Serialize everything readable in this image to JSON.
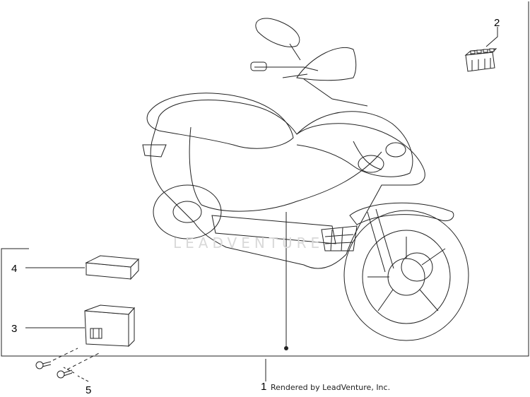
{
  "title": "",
  "watermark_text": "LEADVENTURE",
  "footer_text": "Rendered by LeadVenture, Inc.",
  "callouts": [
    {
      "id": "1",
      "label": "1"
    },
    {
      "id": "2",
      "label": "2"
    },
    {
      "id": "3",
      "label": "3"
    },
    {
      "id": "4",
      "label": "4"
    },
    {
      "id": "5",
      "label": "5"
    }
  ],
  "colors": {
    "line": "#222222",
    "watermark": "#d9d9d9",
    "background": "#ffffff"
  }
}
